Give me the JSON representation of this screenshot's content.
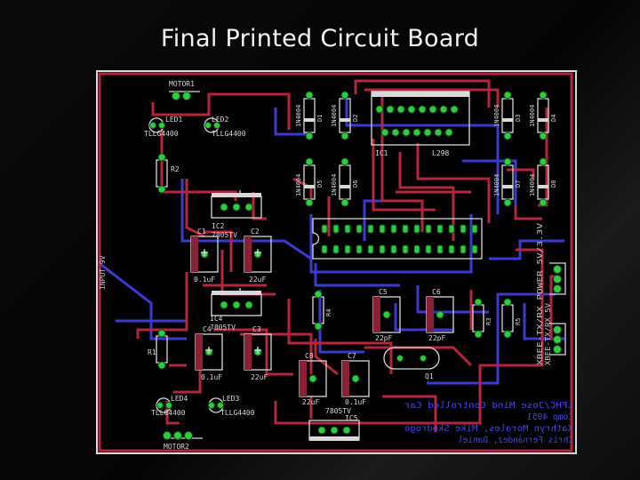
{
  "title": "Final Printed Circuit Board",
  "colors": {
    "background": "#000000",
    "top_trace": "#b3263c",
    "bottom_trace": "#3a3ad0",
    "pad": "#2ecc40",
    "silkscreen": "#d8d8d8"
  },
  "parts": {
    "motor1": "MOTOR1",
    "motor2": "MOTOR2",
    "led1": "LED1",
    "led1_value": "TLLG4400",
    "led2": "LED2",
    "led2_value": "TLLG4400",
    "led3": "LED3",
    "led3_value": "TLLG4400",
    "led4": "LED4",
    "led4_value": "TLLG4400",
    "r2": "R2",
    "r1": "R1",
    "r4": "R4",
    "r3": "R3",
    "r5": "R5",
    "d1": "D1",
    "d2": "D2",
    "d3": "D3",
    "d4": "D4",
    "d5": "D5",
    "d6": "D6",
    "d7": "D7",
    "d8": "D8",
    "diode_value": "1N4004",
    "ic1": "IC1",
    "ic1_value": "L298",
    "ic2": "IC2",
    "ic2_value": "7805TV",
    "ic4": "IC4",
    "ic4_value": "7805TV",
    "ic5": "IC5",
    "ic5_value": "7805TV",
    "c1": "C1",
    "c2": "C2",
    "c3": "C3",
    "c4": "C4",
    "c5": "C5",
    "c6": "C6",
    "c7": "C7",
    "c8": "C8",
    "cap_value_0_1": "0.1uF",
    "cap_value_22": "22uF",
    "cap_value_22p": "22pF",
    "q1": "Q1",
    "input_9v": "INPUT 9V",
    "xbee_1": "XBEE-TX/RX POWER 5V/3.3V",
    "xbee_2": "XBEE-TX/RX 5V",
    "mirror_1": "LFHC/Jose Mind Controlled Car",
    "mirror_2": "Comp 4051",
    "mirror_3": "Kathryn Morales, Mike Skodrogo",
    "mirror_4": "Chris Fernández, Daniel"
  }
}
